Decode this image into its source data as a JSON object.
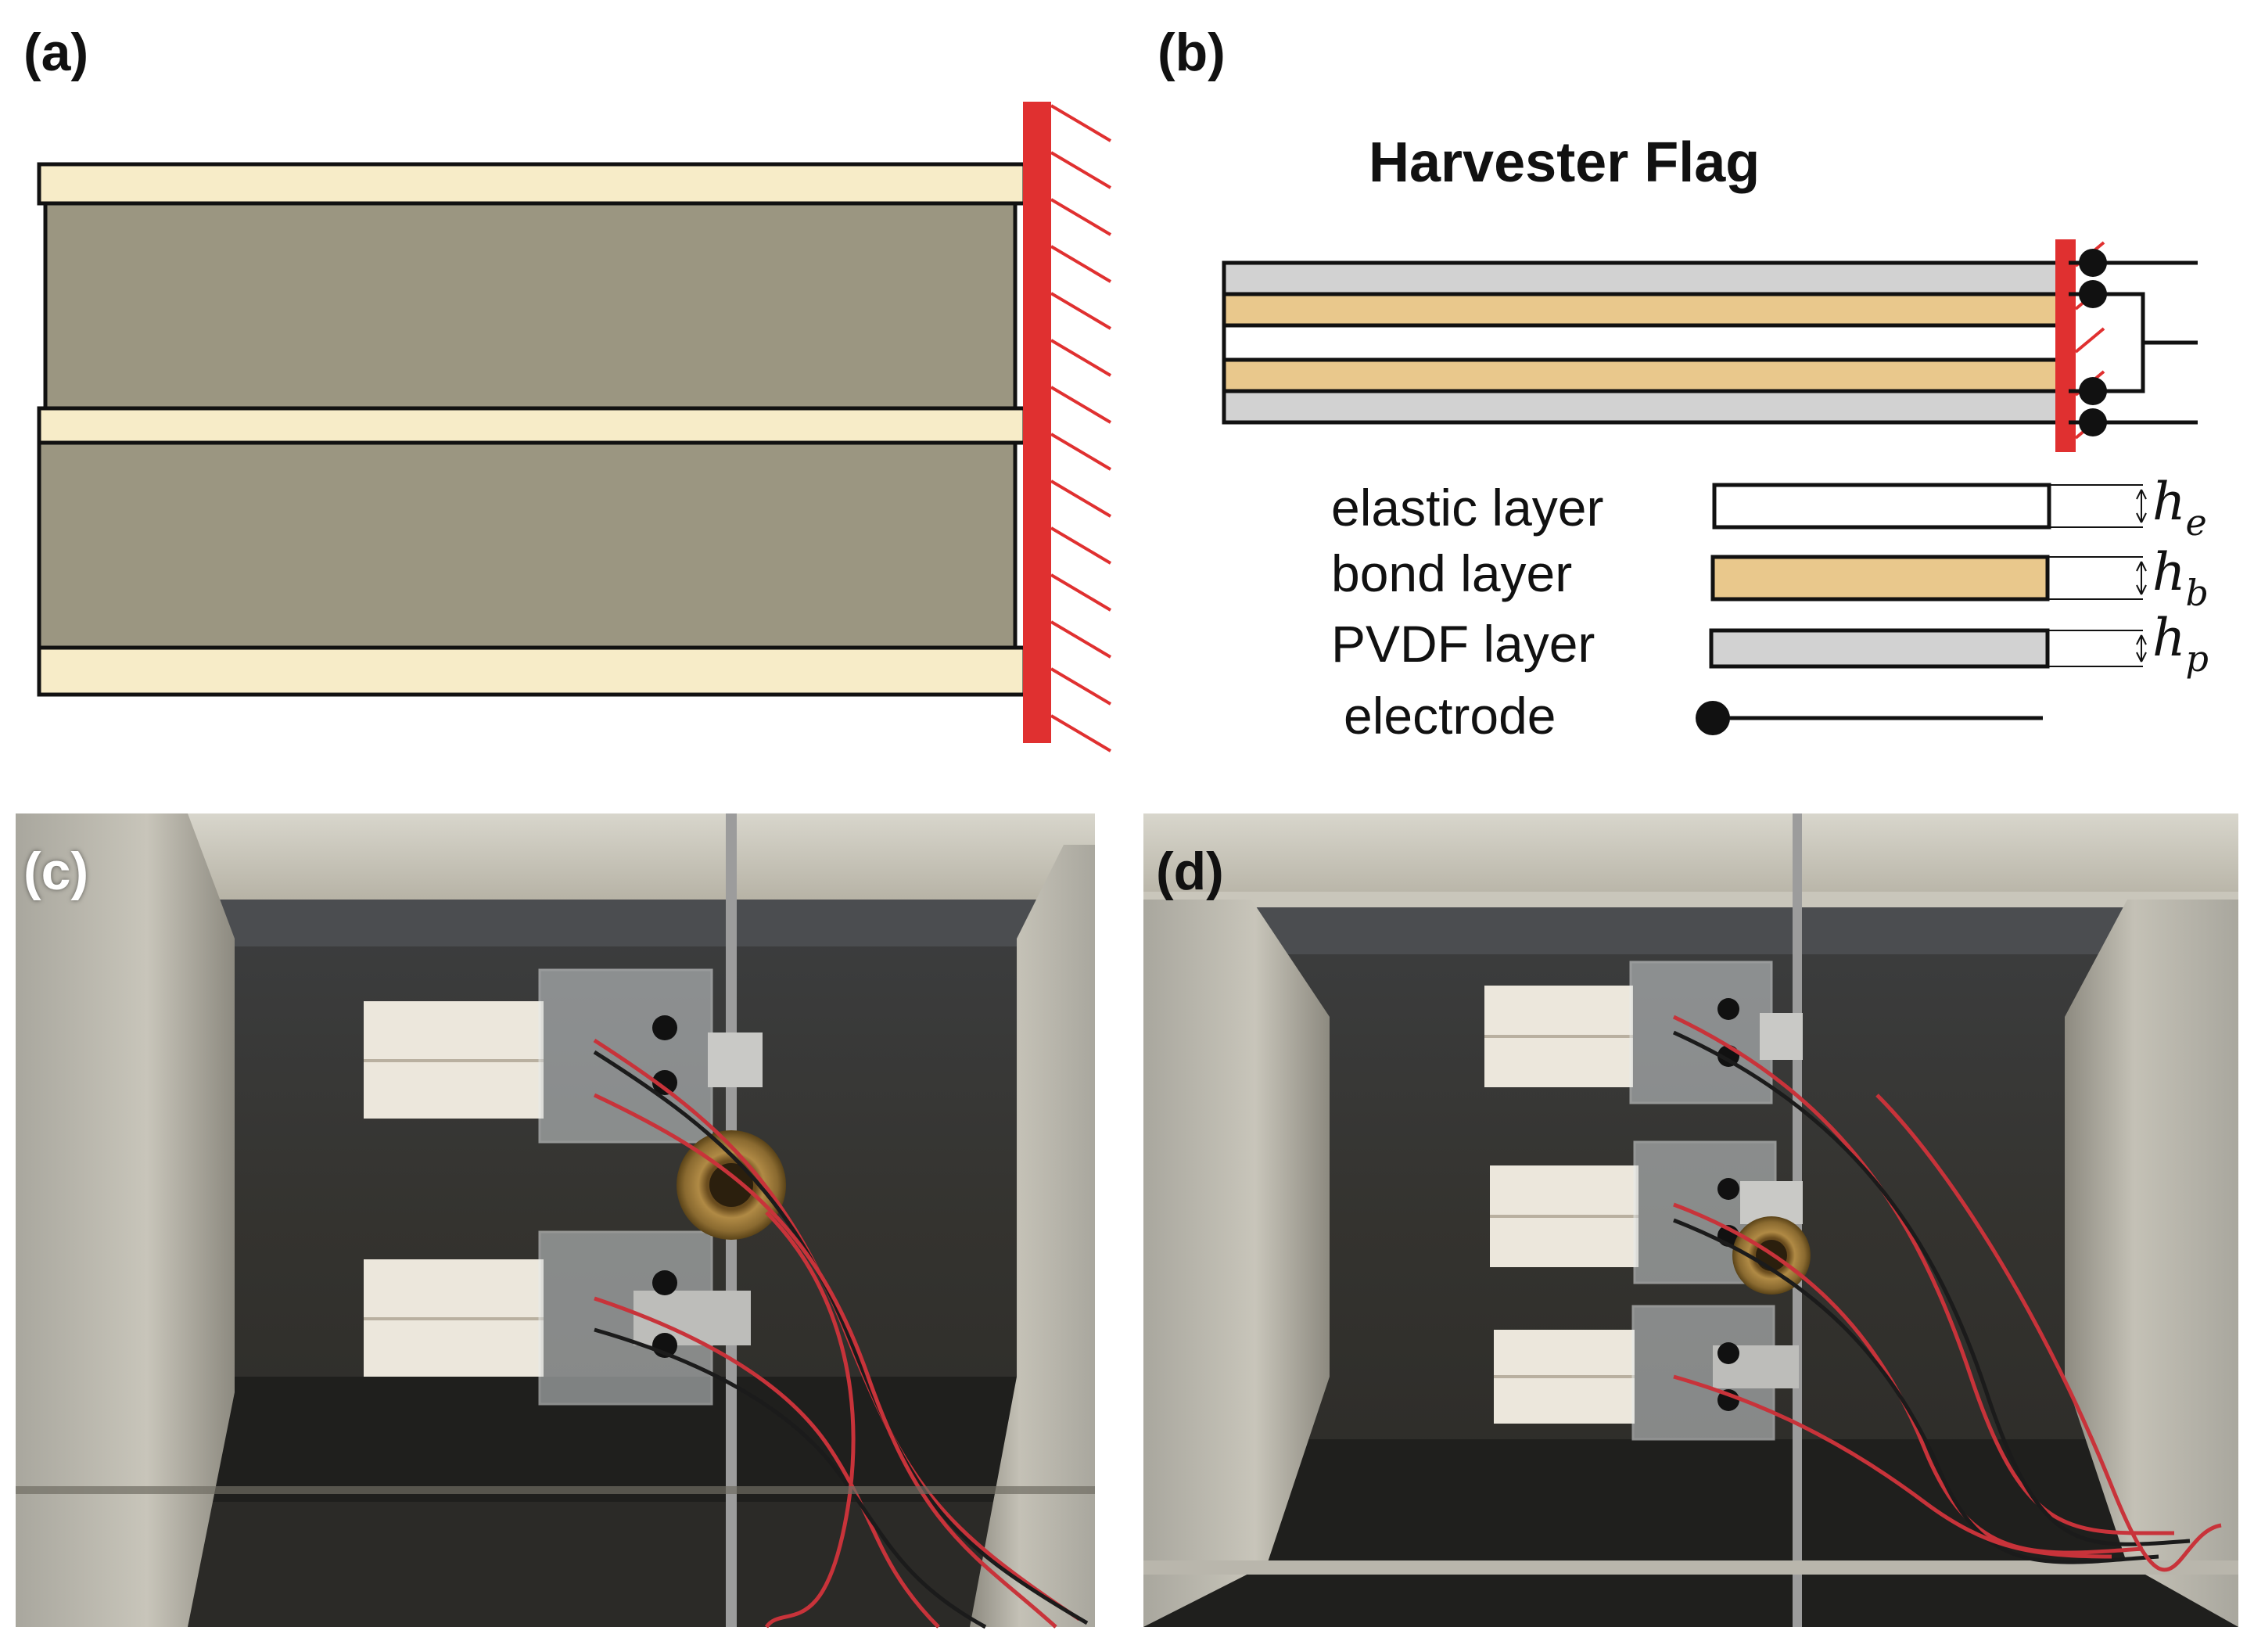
{
  "panels": {
    "a": {
      "label": "(a)"
    },
    "b": {
      "label": "(b)",
      "title": "Harvester Flag",
      "legend": [
        {
          "text": "elastic layer",
          "symbol": "h",
          "subscript": "e",
          "color": "#ffffff"
        },
        {
          "text": "bond layer",
          "symbol": "h",
          "subscript": "b",
          "color": "#e9c88c"
        },
        {
          "text": "PVDF layer",
          "symbol": "h",
          "subscript": "p",
          "color": "#d2d2d2"
        },
        {
          "text": "electrode"
        }
      ]
    },
    "c": {
      "label": "(c)"
    },
    "d": {
      "label": "(d)"
    }
  },
  "colors": {
    "clamp_red": "#e03030",
    "flag_olive": "#9b9681",
    "flag_cream": "#f7ecc8",
    "bond_tan": "#e9c88c",
    "pvdf_gray": "#d2d2d2"
  }
}
